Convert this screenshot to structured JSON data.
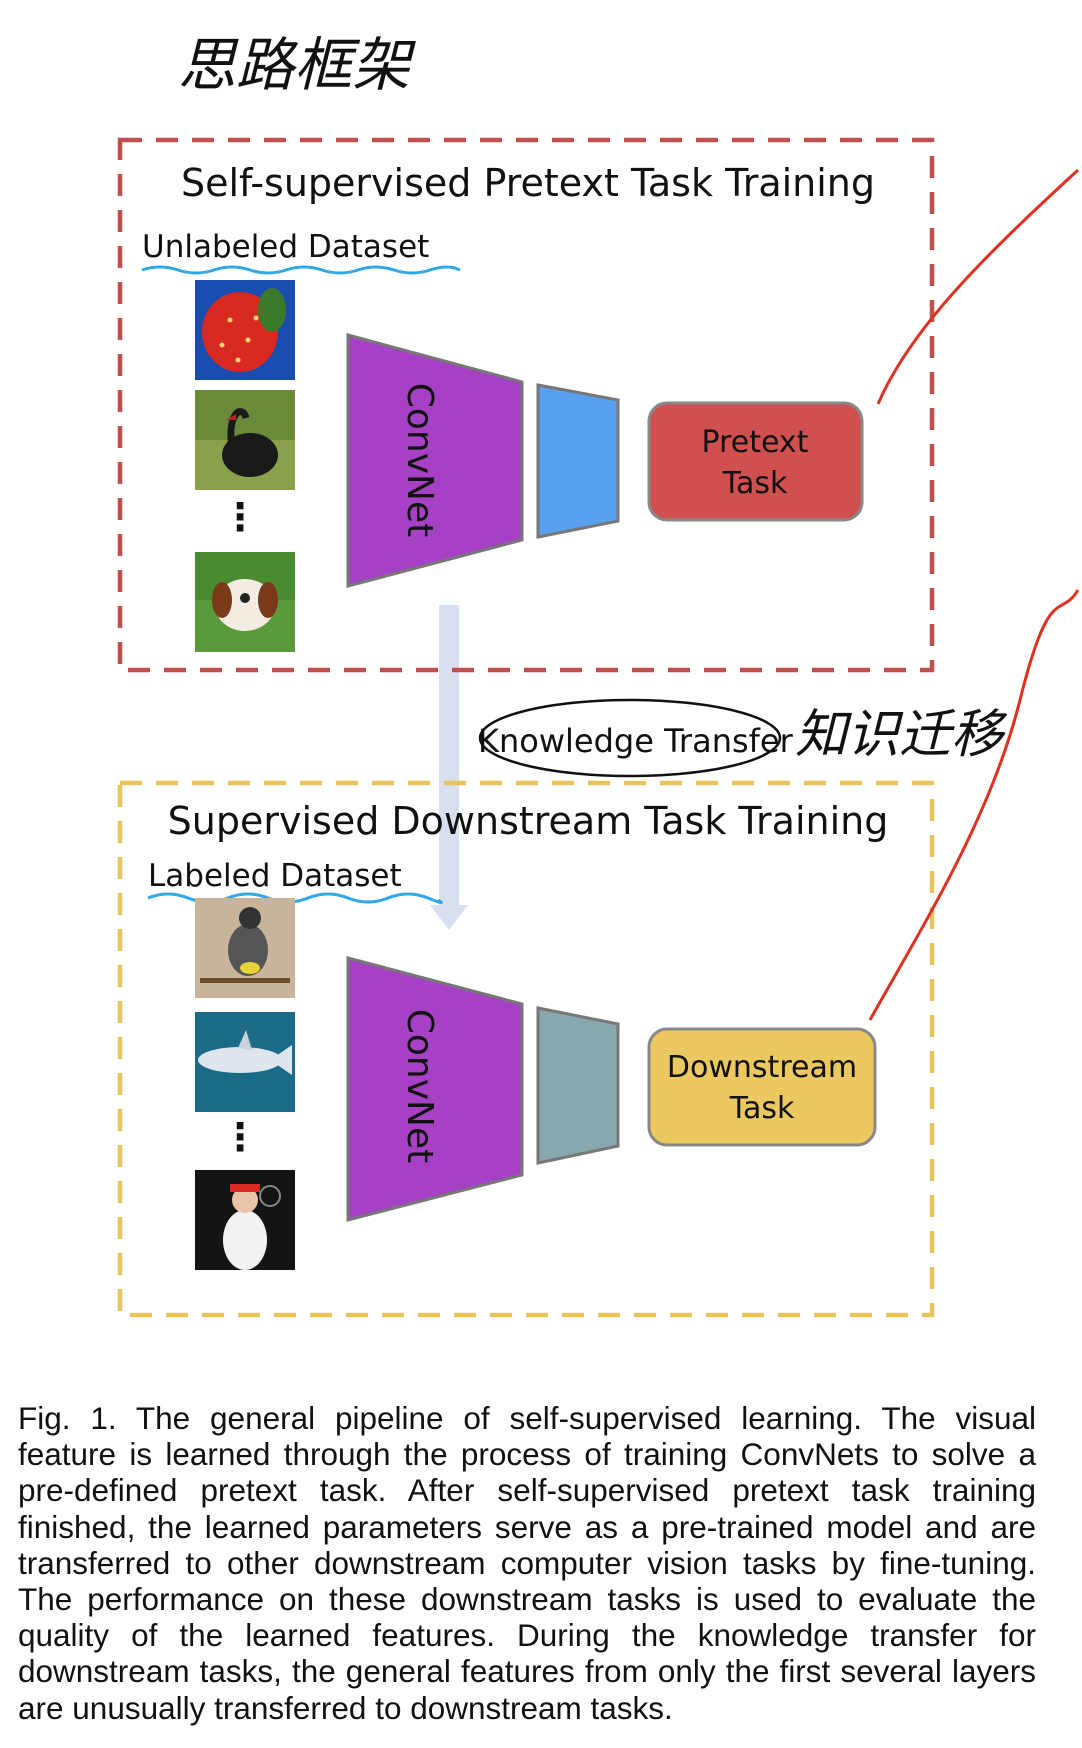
{
  "handwritten_title": "思路框架",
  "handwritten_note": "知识迁移",
  "top_section": {
    "title": "Self-supervised Pretext Task Training",
    "dataset_label": "Unlabeled Dataset",
    "network_label": "ConvNet",
    "task_label_line1": "Pretext",
    "task_label_line2": "Task",
    "images": [
      "strawberry",
      "black swan",
      "dog"
    ],
    "ellipsis": "⋮"
  },
  "transfer_label": "Knowledge Transfer",
  "bottom_section": {
    "title": "Supervised Downstream Task Training",
    "dataset_label": "Labeled Dataset",
    "network_label": "ConvNet",
    "task_label_line1": "Downstream",
    "task_label_line2": "Task",
    "images": [
      "bird on branch",
      "shark",
      "tennis player"
    ],
    "ellipsis": "⋮"
  },
  "caption": "Fig. 1. The general pipeline of self-supervised learning. The visual feature is learned through the process of training ConvNets to solve a pre-defined pretext task. After self-supervised pretext task training finished, the learned parameters serve as a pre-trained model and are transferred to other downstream computer vision tasks by fine-tuning. The performance on these downstream tasks is used to evaluate the quality of the learned features. During the knowledge transfer for downstream tasks, the general features from only the first several layers are unusually transferred to downstream tasks.",
  "colors": {
    "top_border": "#c0504d",
    "bottom_border": "#e8c45a",
    "convnet": "#a640c4",
    "top_head": "#5aa0f0",
    "bottom_head": "#88a8b0",
    "pretext_box": "#d05050",
    "downstream_box": "#ecc860",
    "annotation_red": "#e03020",
    "annotation_blue": "#30a8e8",
    "transfer_arrow": "#d8e0f0"
  }
}
